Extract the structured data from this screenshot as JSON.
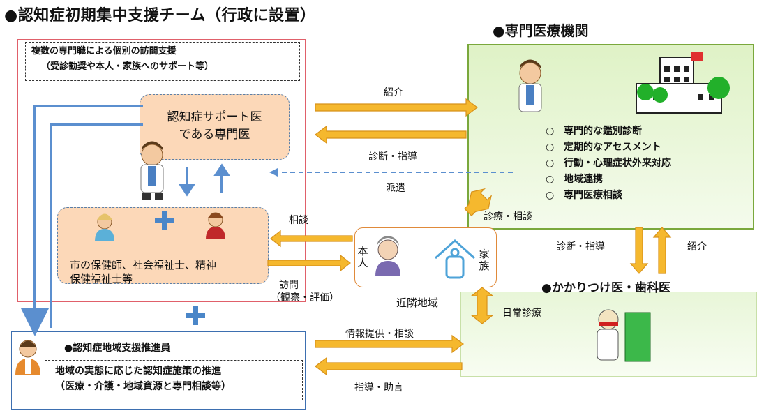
{
  "titles": {
    "team": "●認知症初期集中支援チーム（行政に設置）",
    "medical": "●専門医療機関",
    "kakaritsuke": "●かかりつけ医・歯科医"
  },
  "team": {
    "description_line1": "複数の専門職による個別の訪問支援",
    "description_line2": "（受診勧奨や本人・家族へのサポート等）",
    "support_doctor_line1": "認知症サポート医",
    "support_doctor_line2": "である専門医",
    "staff_line1": "市の保健師、社会福祉士、精神",
    "staff_line2": "保健福祉士等"
  },
  "coordinator": {
    "title": "●認知症地域支援推進員",
    "line1": "地域の実態に応じた認知症施策の推進",
    "line2": "（医療・介護・地域資源と専門相談等）"
  },
  "medical_services": [
    "専門的な鑑別診断",
    "定期的なアセスメント",
    "行動・心理症状外来対応",
    "地域連携",
    "専門医療相談"
  ],
  "medical_bullet": "○",
  "patient": {
    "honnin": "本人",
    "kazoku": "家族",
    "area": "近隣地域"
  },
  "arrows": {
    "shokai_top": "紹介",
    "shindan_shido_top": "診断・指導",
    "haken": "派遣",
    "sodan": "相談",
    "homon": "訪問",
    "kansatsu": "（観察・評価）",
    "shinryo_sodan": "診療・相談",
    "shindan_shido_right": "診断・指導",
    "shokai_right": "紹介",
    "nichijo": "日常診療",
    "joho": "情報提供・相談",
    "shido_jogen": "指導・助言"
  },
  "colors": {
    "arrow_fill": "#f5b82e",
    "arrow_stroke": "#d8921a",
    "blue_line": "#5b8fcf",
    "team_border": "#e0606a",
    "box_fill": "#fcd8b8",
    "green_border": "#7aa83c"
  }
}
